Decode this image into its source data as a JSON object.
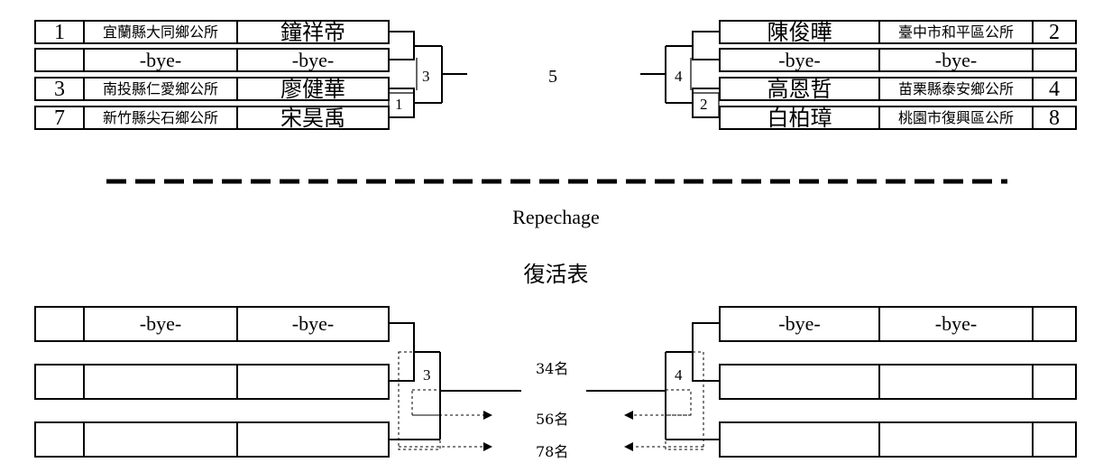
{
  "main_bracket": {
    "left_entries": [
      {
        "seed": "1",
        "org": "宜蘭縣大同鄉公所",
        "name": "鐘祥帝"
      },
      {
        "seed": "",
        "org": "-bye-",
        "name": "-bye-"
      },
      {
        "seed": "3",
        "org": "南投縣仁愛鄉公所",
        "name": "廖健華"
      },
      {
        "seed": "7",
        "org": "新竹縣尖石鄉公所",
        "name": "宋昊禹"
      }
    ],
    "right_entries": [
      {
        "name": "陳俊曄",
        "org": "臺中市和平區公所",
        "seed": "2"
      },
      {
        "name": "-bye-",
        "org": "-bye-",
        "seed": ""
      },
      {
        "name": "高恩哲",
        "org": "苗栗縣泰安鄉公所",
        "seed": "4"
      },
      {
        "name": "白柏璋",
        "org": "桃園市復興區公所",
        "seed": "8"
      }
    ],
    "match_numbers": {
      "left_semi": "3",
      "left_quarter": "1",
      "right_semi": "4",
      "right_quarter": "2",
      "final": "5"
    }
  },
  "repechage": {
    "title_en": "Repechage",
    "title_zh": "復活表",
    "left_entries": [
      {
        "seed": "",
        "org": "-bye-",
        "name": "-bye-"
      },
      {
        "seed": "",
        "org": "",
        "name": ""
      },
      {
        "seed": "",
        "org": "",
        "name": ""
      }
    ],
    "right_entries": [
      {
        "name": "-bye-",
        "org": "-bye-",
        "seed": ""
      },
      {
        "name": "",
        "org": "",
        "seed": ""
      },
      {
        "name": "",
        "org": "",
        "seed": ""
      }
    ],
    "match_numbers": {
      "left": "3",
      "right": "4"
    },
    "placements": {
      "third_fourth": "34名",
      "fifth_sixth": "56名",
      "seventh_eighth": "78名"
    }
  }
}
